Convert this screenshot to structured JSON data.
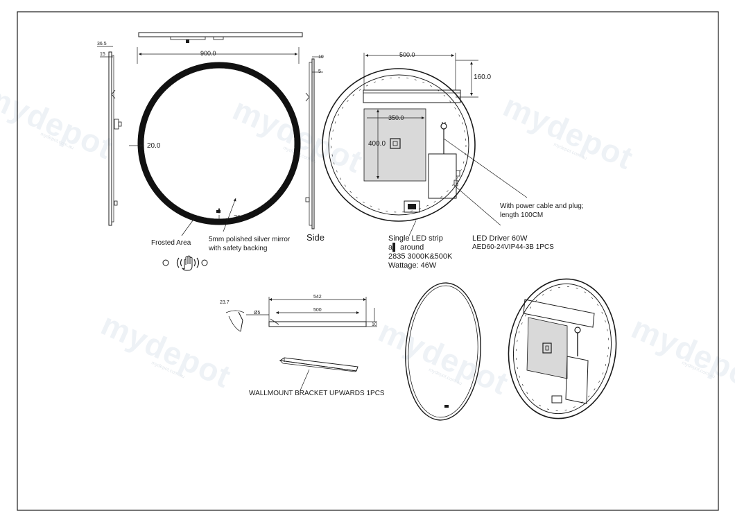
{
  "watermark": {
    "brand": "mydepot",
    "tagline": "mydepot.com.au"
  },
  "dimensions": {
    "overall_width": "900.0",
    "frame_depth": "36.5",
    "glass_depth": "15",
    "side_top": "10",
    "side_glass": "5",
    "border_width": "20.0",
    "sensor_offset": "78.5",
    "back_panel_width": "500.0",
    "back_panel_height": "160.0",
    "module_width": "350.0",
    "module_height": "400.0",
    "bracket_angle": "23.7",
    "bracket_radius": "Ø5",
    "bracket_length": "542",
    "bracket_inner": "500",
    "bracket_height": "10"
  },
  "labels": {
    "frosted_area": "Frosted Area",
    "mirror_line1": "5mm polished silver mirror",
    "mirror_line2": "with safety backing",
    "side": "Side",
    "led_line1": "Single LED strip",
    "led_line2": "a▌ around",
    "led_line3": "2835 3000K&500K",
    "led_line4": "Wattage: 46W",
    "driver_line1": "LED Driver 60W",
    "driver_line2": "AED60-24VIP44-3B 1PCS",
    "cable_line1": "With  power cable and plug;",
    "cable_line2": "length 100CM",
    "bracket": "WALLMOUNT BRACKET UPWARDS   1PCS"
  },
  "colors": {
    "line": "#1a1a1a",
    "frame": "#111111",
    "watermark": "#eef2f6",
    "backplate": "#d9d9d9"
  }
}
